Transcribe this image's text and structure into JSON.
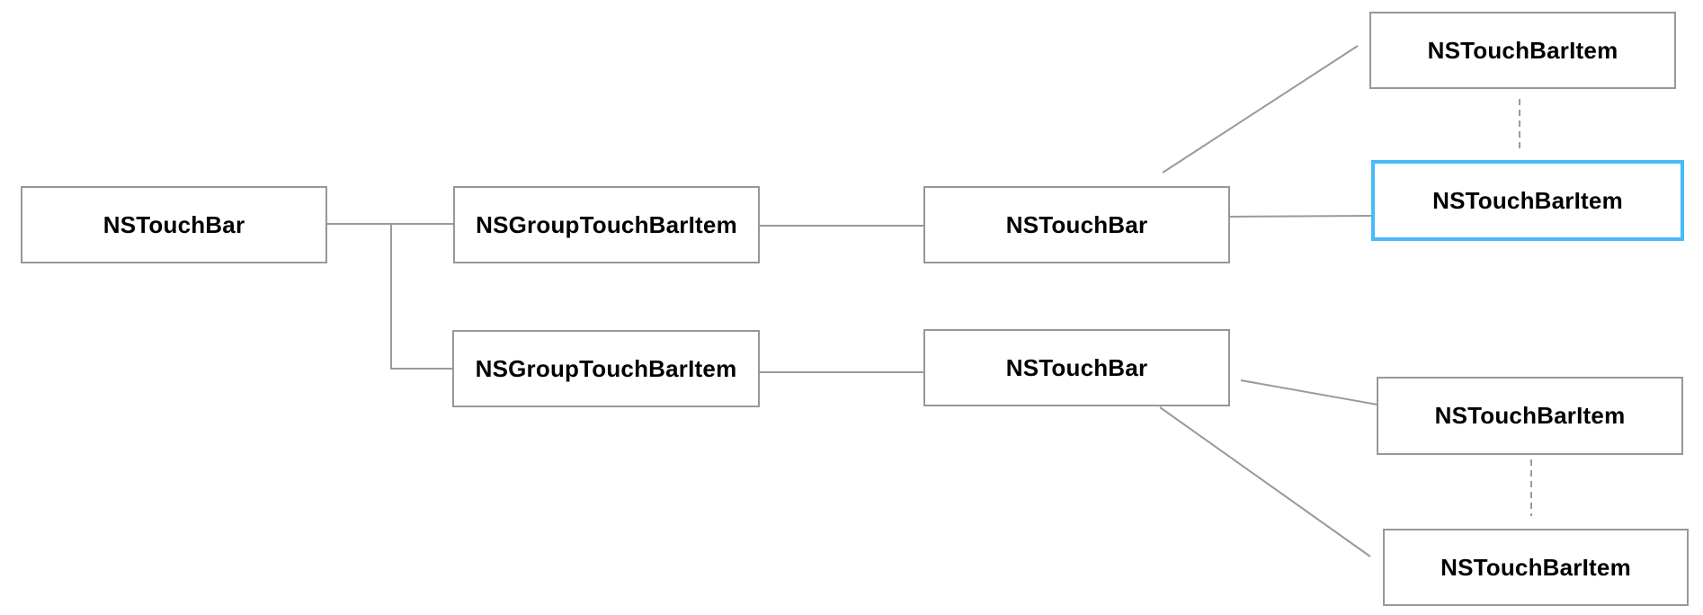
{
  "diagram": {
    "nodes": [
      {
        "id": "touchbar-root",
        "label": "NSTouchBar",
        "highlighted": false
      },
      {
        "id": "group-item-top",
        "label": "NSGroupTouchBarItem",
        "highlighted": false
      },
      {
        "id": "group-item-bottom",
        "label": "NSGroupTouchBarItem",
        "highlighted": false
      },
      {
        "id": "nested-touchbar-top",
        "label": "NSTouchBar",
        "highlighted": false
      },
      {
        "id": "nested-touchbar-bottom",
        "label": "NSTouchBar",
        "highlighted": false
      },
      {
        "id": "item-top",
        "label": "NSTouchBarItem",
        "highlighted": false
      },
      {
        "id": "item-selected",
        "label": "NSTouchBarItem",
        "highlighted": true
      },
      {
        "id": "item-bottom-first",
        "label": "NSTouchBarItem",
        "highlighted": false
      },
      {
        "id": "item-bottom-second",
        "label": "NSTouchBarItem",
        "highlighted": false
      }
    ],
    "colors": {
      "background": "#ffffff",
      "box_border": "#979797",
      "line": "#9a9a9a",
      "highlight": "#49b9f8",
      "text": "#000000"
    }
  }
}
